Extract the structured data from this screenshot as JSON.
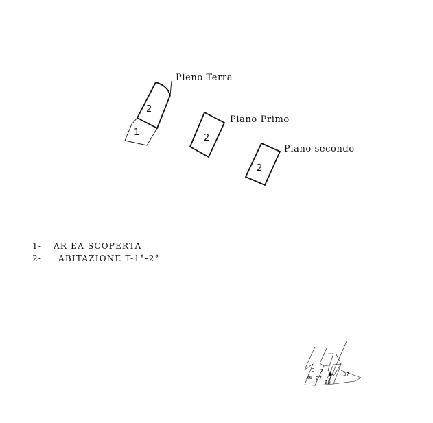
{
  "floors": {
    "ground": {
      "label": "Pieno Terra",
      "unit_main": "2",
      "unit_area": "1"
    },
    "first": {
      "label": "Piano Primo",
      "unit_main": "2"
    },
    "second": {
      "label": "Piano secondo",
      "unit_main": "2"
    }
  },
  "legend": [
    {
      "number": "1-",
      "text": "AR EA  SCOPERTA"
    },
    {
      "number": "2-",
      "text": "ABITAZIONE T-1°-2°"
    }
  ],
  "location_map": {
    "parcels": [
      "26",
      "27",
      "28",
      "37",
      "3",
      "2"
    ]
  }
}
